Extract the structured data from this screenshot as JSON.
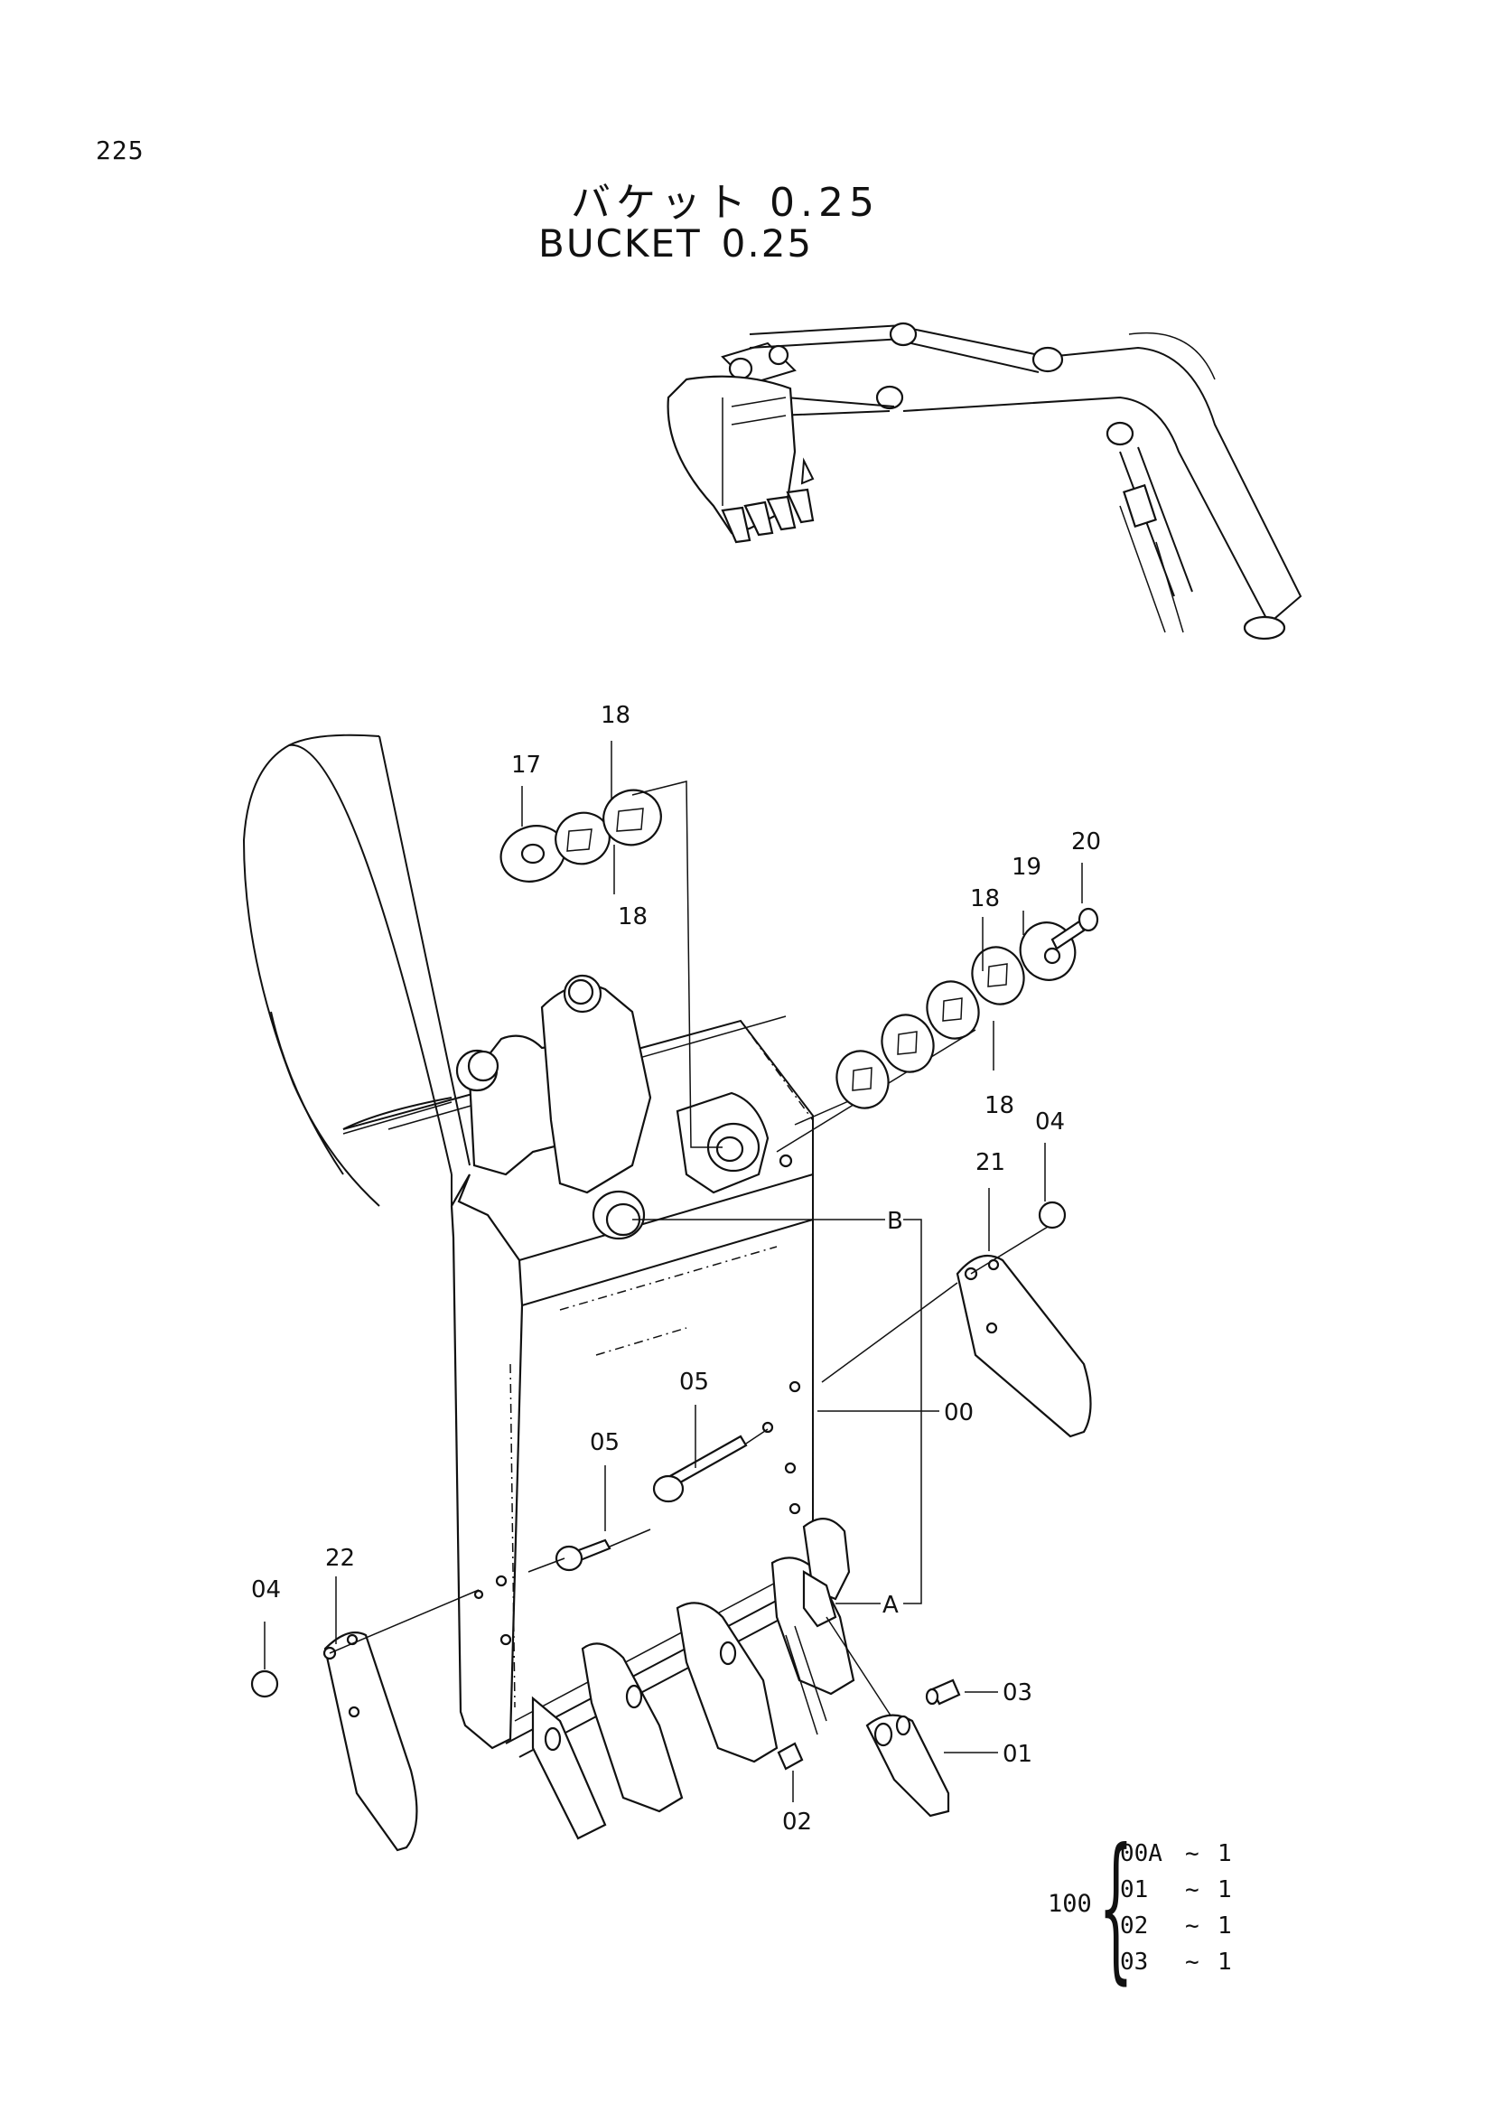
{
  "page_number": "225",
  "title": {
    "japanese": "バケット 0.25",
    "english_word": "BUCKET",
    "english_size": "0.25"
  },
  "labels": {
    "p17": "17",
    "p18a": "18",
    "p18b": "18",
    "p18c": "18",
    "p18d": "18",
    "p19": "19",
    "p20": "20",
    "p04a": "04",
    "p04b": "04",
    "p21": "21",
    "p22": "22",
    "p05a": "05",
    "p05b": "05",
    "p00": "00",
    "pB": "B",
    "pA": "A",
    "p01": "01",
    "p02": "02",
    "p03": "03"
  },
  "kit": {
    "number": "100",
    "rows": [
      {
        "code": "00A",
        "sep": "~",
        "qty": "1"
      },
      {
        "code": "01",
        "sep": "~",
        "qty": "1"
      },
      {
        "code": "02",
        "sep": "~",
        "qty": "1"
      },
      {
        "code": "03",
        "sep": "~",
        "qty": "1"
      }
    ]
  }
}
